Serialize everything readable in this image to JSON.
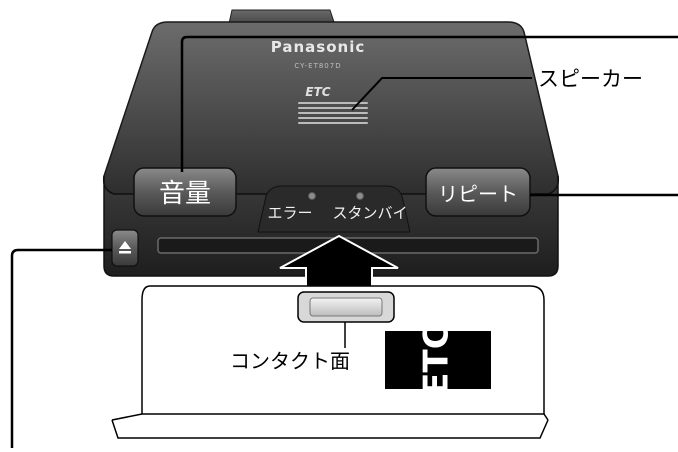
{
  "device": {
    "brand": "Panasonic",
    "model": "CY-ET807D",
    "etc_mark": "ETC"
  },
  "buttons": {
    "volume": "音量",
    "repeat": "リピート",
    "eject_symbol": "⏏"
  },
  "indicators": {
    "error": "エラー",
    "standby": "スタンバイ"
  },
  "callouts": {
    "speaker": "スピーカー",
    "contact_surface": "コンタクト面"
  },
  "card": {
    "logo_text": "ETC"
  }
}
